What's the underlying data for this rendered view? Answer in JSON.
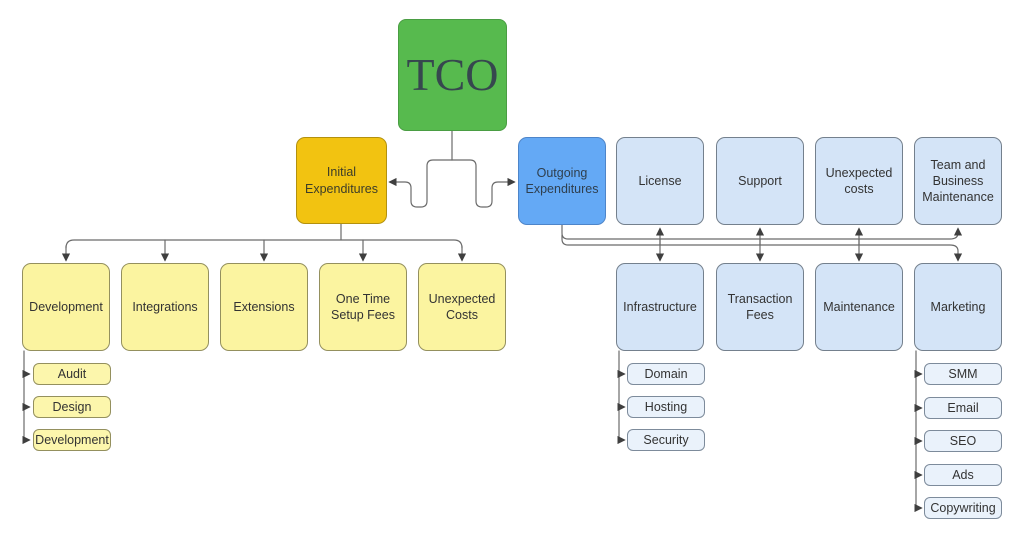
{
  "diagram": {
    "root": "TCO",
    "initial": {
      "label": "Initial Expenditures",
      "children": [
        {
          "label": "Development",
          "children": [
            "Audit",
            "Design",
            "Development"
          ]
        },
        {
          "label": "Integrations"
        },
        {
          "label": "Extensions"
        },
        {
          "label": "One Time Setup Fees"
        },
        {
          "label": "Unexpected Costs"
        }
      ]
    },
    "outgoing": {
      "label": "Outgoing Expenditures",
      "top_row": [
        "License",
        "Support",
        "Unexpected costs",
        "Team and Business Maintenance"
      ],
      "bottom_row": [
        {
          "label": "Infrastructure",
          "children": [
            "Domain",
            "Hosting",
            "Security"
          ]
        },
        {
          "label": "Transaction Fees"
        },
        {
          "label": "Maintenance"
        },
        {
          "label": "Marketing",
          "children": [
            "SMM",
            "Email",
            "SEO",
            "Ads",
            "Copywriting"
          ]
        }
      ]
    },
    "colors": {
      "root_fill": "#57BA4E",
      "initial_fill": "#F2C311",
      "outgoing_fill": "#64A9F5",
      "category_blue_fill": "#D4E4F7",
      "leaf_blue_fill": "#EAF2FB",
      "category_yellow_fill": "#FBF4A0",
      "leaf_yellow_fill": "#FCF6AC",
      "connector": "#6B6B6B",
      "arrowhead": "#3F3F3F",
      "background": "#FFFFFF"
    }
  }
}
